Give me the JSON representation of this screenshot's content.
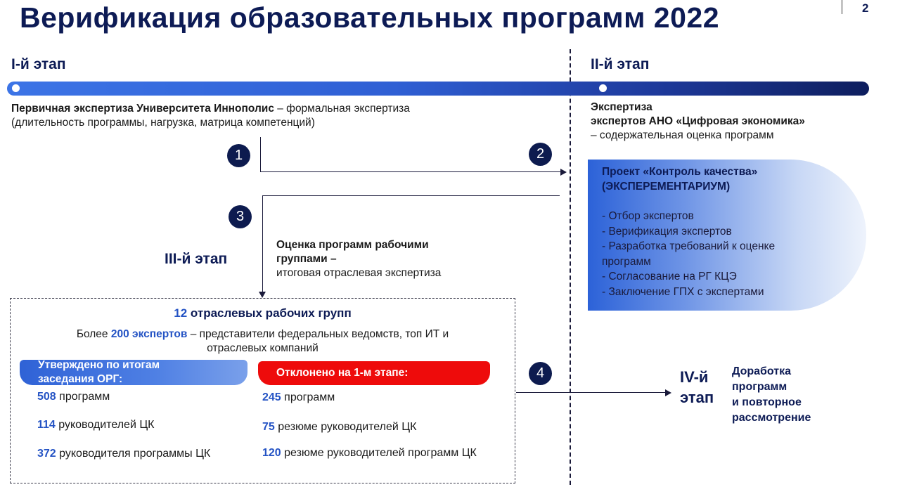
{
  "header": {
    "title": "Верификация образовательных программ 2022",
    "page_number": "2"
  },
  "stage1": {
    "heading": "I-й этап",
    "desc_bold": "Первичная экспертиза Университета Иннополис",
    "desc_rest": " – формальная экспертиза",
    "desc_line2": "(длительность программы, нагрузка, матрица компетенций)"
  },
  "stage2": {
    "heading": "II-й этап",
    "line1": "Экспертиза",
    "line2": "экспертов АНО «Цифровая экономика»",
    "line3": "– содержательная оценка программ"
  },
  "quality": {
    "title1": "Проект «Контроль качества»",
    "title2": "(ЭКСПЕРЕМЕНТАРИУМ)",
    "items": [
      "- Отбор экспертов",
      "- Верификация экспертов",
      "- Разработка требований к оценке",
      "программ",
      "- Согласование на РГ КЦЭ",
      "- Заключение ГПХ с экспертами"
    ]
  },
  "steps": {
    "one": "1",
    "two": "2",
    "three": "3",
    "four": "4"
  },
  "stage3": {
    "heading": "III-й этап",
    "line1": "Оценка программ рабочими",
    "line2": "группами –",
    "line3": "итоговая отраслевая экспертиза"
  },
  "groups": {
    "count": "12",
    "title_rest": " отраслевых рабочих групп",
    "experts_prefix": "Более ",
    "experts_bold": "200 экспертов",
    "experts_rest": " – представители федеральных ведомств, топ ИТ и",
    "experts_line2": "отраслевых компаний"
  },
  "approved": {
    "label_line1": "Утверждено по итогам",
    "label_line2": "заседания ОРГ:",
    "stats": [
      {
        "num": "508",
        "text": " программ"
      },
      {
        "num": "114",
        "text": " руководителей ЦК"
      },
      {
        "num": "372",
        "text": " руководителя программы ЦК"
      }
    ]
  },
  "rejected": {
    "label": "Отклонено на 1-м этапе:",
    "stats": [
      {
        "num": "245",
        "text": " программ"
      },
      {
        "num": "75",
        "text": " резюме руководителей ЦК"
      },
      {
        "num": "120",
        "text": " резюме руководителей программ ЦК"
      }
    ]
  },
  "stage4": {
    "heading1": "IV-й",
    "heading2": "этап",
    "desc1": "Доработка",
    "desc2": "программ",
    "desc3": "и повторное",
    "desc4": "рассмотрение"
  },
  "colors": {
    "navy": "#0d1b55",
    "blue": "#2453c4",
    "red": "#ee0b0b"
  }
}
